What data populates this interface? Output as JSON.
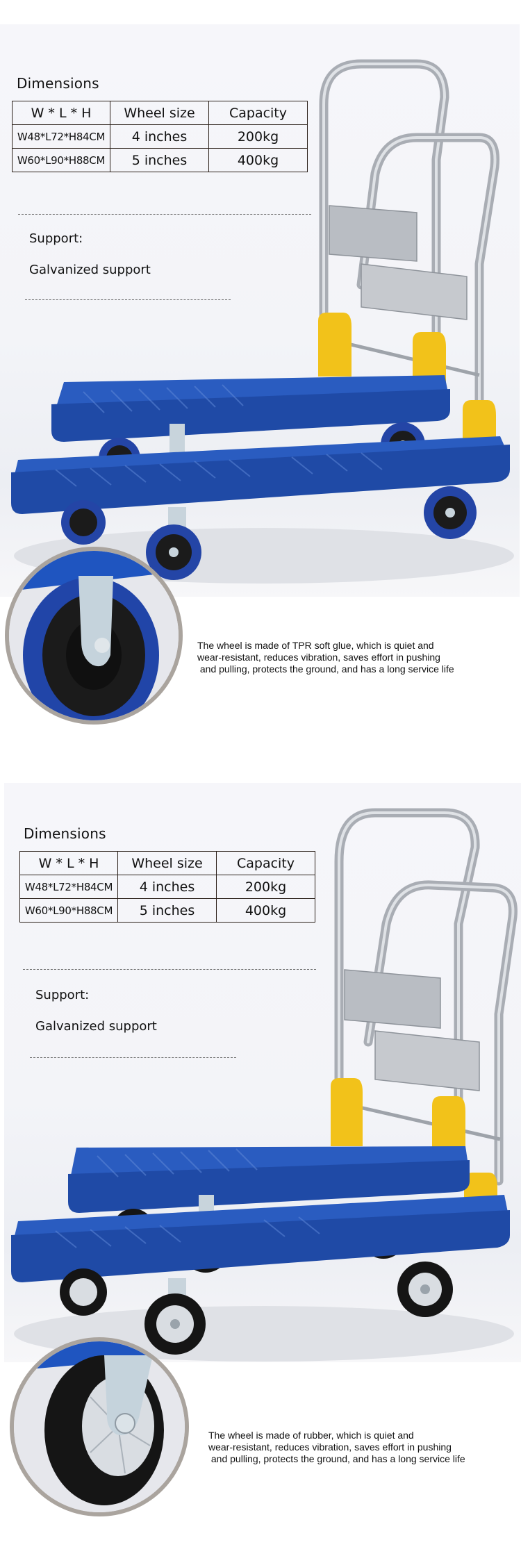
{
  "sections": [
    {
      "dimensions_title": "Dimensions",
      "table": {
        "headers": [
          "W * L * H",
          "Wheel size",
          "Capacity"
        ],
        "rows": [
          [
            "W48*L72*H84CM",
            "4 inches",
            "200kg"
          ],
          [
            "W60*L90*H88CM",
            "5 inches",
            "400kg"
          ]
        ]
      },
      "support_label": "Support:",
      "support_value": "Galvanized support",
      "description": "The wheel is made of TPR soft glue, which is quiet and\nwear-resistant, reduces vibration, saves effort in pushing\n and pulling, protects the ground, and has a long service life",
      "wheel_type": "blue TPR wheel",
      "colors": {
        "platform": "#1f4fb0",
        "wheel_tread": "#2145a8",
        "hub": "#1b1b1b",
        "bracket": "#f2c21a",
        "frame": "#aeb2b8"
      }
    },
    {
      "dimensions_title": "Dimensions",
      "table": {
        "headers": [
          "W * L * H",
          "Wheel size",
          "Capacity"
        ],
        "rows": [
          [
            "W48*L72*H84CM",
            "4 inches",
            "200kg"
          ],
          [
            "W60*L90*H88CM",
            "5 inches",
            "400kg"
          ]
        ]
      },
      "support_label": "Support:",
      "support_value": "Galvanized support",
      "description": "The wheel is made of rubber, which is quiet and\nwear-resistant, reduces vibration, saves effort in pushing\n and pulling, protects the ground, and has a long service life",
      "wheel_type": "black rubber wheel",
      "colors": {
        "platform": "#1f4fb0",
        "wheel_tread": "#151515",
        "hub": "#d9dde2",
        "bracket": "#f2c21a",
        "frame": "#aeb2b8"
      }
    }
  ]
}
